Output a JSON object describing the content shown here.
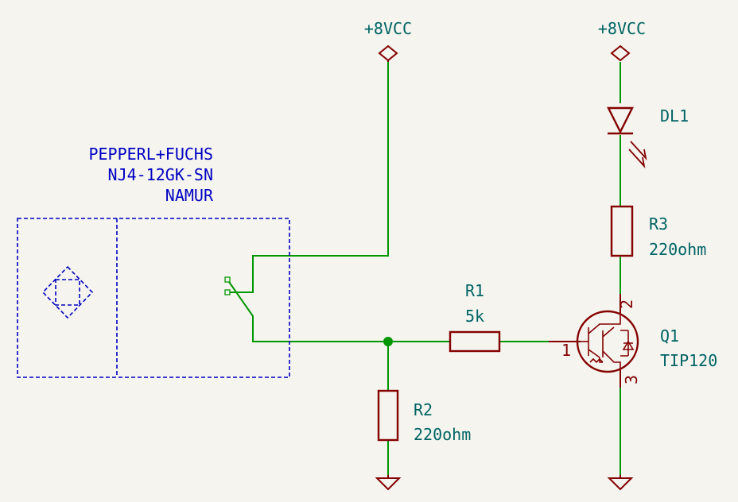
{
  "colors": {
    "background": "#f5f4ef",
    "wire": "#009600",
    "component": "#840000",
    "component_text": "#006464",
    "note": "#0000c2",
    "junction": "#009600"
  },
  "note": {
    "line1": "PEPPERL+FUCHS",
    "line2": "NJ4-12GK-SN",
    "line3": "NAMUR"
  },
  "power": [
    {
      "label": "+8VCC"
    },
    {
      "label": "+8VCC"
    }
  ],
  "components": {
    "dl1": {
      "ref": "DL1"
    },
    "r3": {
      "ref": "R3",
      "value": "220ohm"
    },
    "r1": {
      "ref": "R1",
      "value": "5k"
    },
    "r2": {
      "ref": "R2",
      "value": "220ohm"
    },
    "q1": {
      "ref": "Q1",
      "value": "TIP120",
      "pin_base": "1",
      "pin_collector": "2",
      "pin_emitter": "3"
    }
  }
}
